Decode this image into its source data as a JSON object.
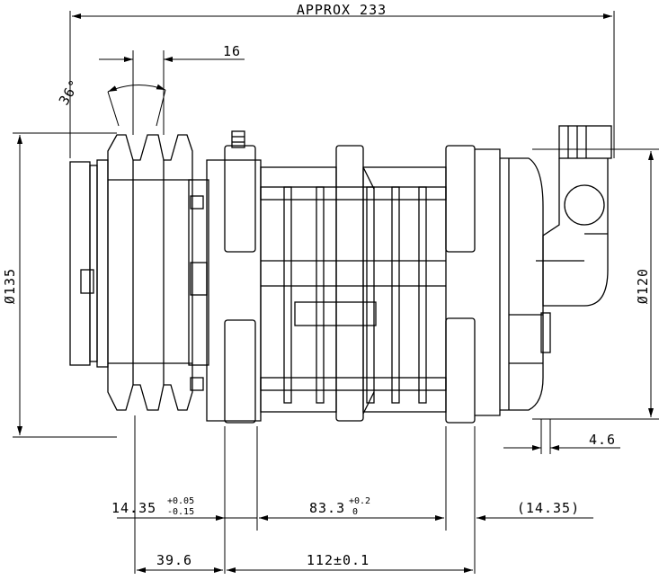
{
  "labels": {
    "overall_length": "APPROX 233",
    "pulley_width": "16",
    "groove_angle": "36°",
    "pulley_diameter": "Ø135",
    "body_diameter": "Ø120",
    "mount_offset": "4.6",
    "front_offset_base": "14.35",
    "front_offset_tol_upper": "+0.05",
    "front_offset_tol_lower": "-0.15",
    "mount_spacing_base": "83.3",
    "mount_spacing_tol_upper": "+0.2",
    "mount_spacing_tol_lower": "0",
    "rear_offset": "(14.35)",
    "pulley_to_mount": "39.6",
    "mount_length": "112±0.1"
  }
}
